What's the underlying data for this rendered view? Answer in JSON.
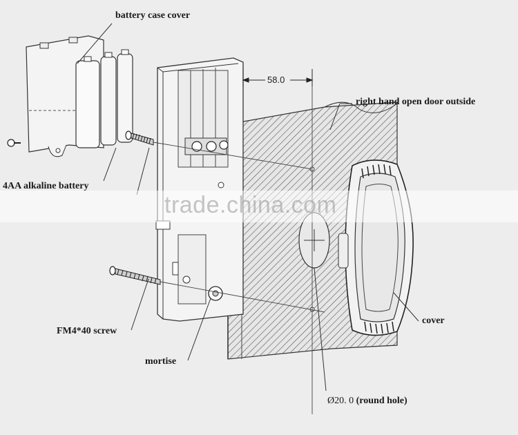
{
  "labels": {
    "battery_case_cover": "battery case cover",
    "right_hand_door": "right hand open door outside",
    "alkaline_battery": "4AA alkaline battery",
    "screw": "FM4*40 screw",
    "mortise": "mortise",
    "cover": "cover",
    "dimension_58": "58.0",
    "hole_diameter": "Ø20. 0",
    "hole_note": "(round hole)"
  },
  "watermark": "trade.china.com",
  "colors": {
    "background": "#ededed",
    "line": "#333333",
    "hatch": "#555555",
    "door_fill": "#e4e4e4"
  }
}
